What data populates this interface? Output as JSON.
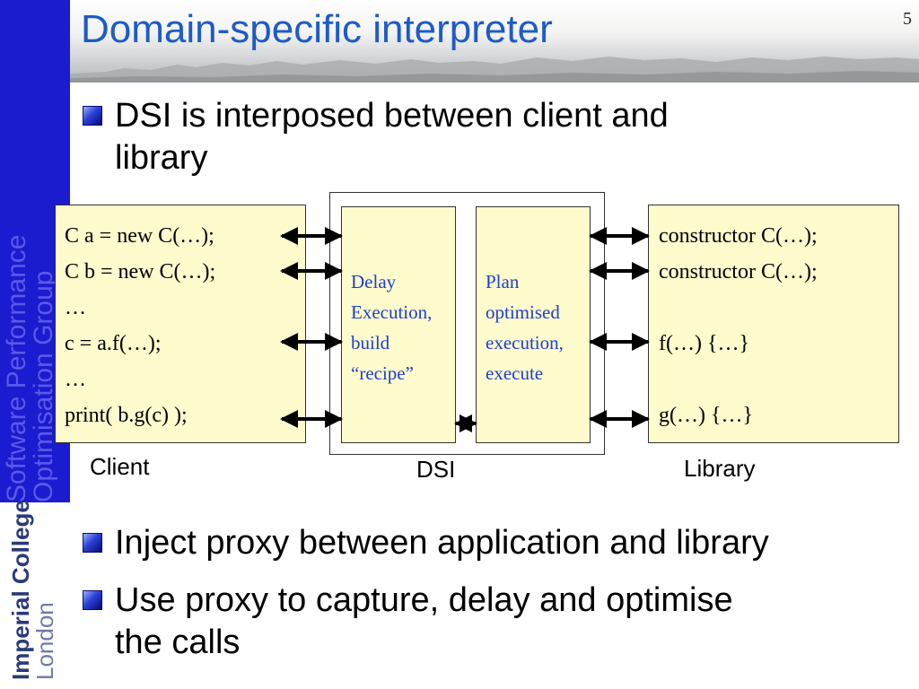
{
  "slide": {
    "title": "Domain-specific interpreter",
    "page_number": "5"
  },
  "sidebar": {
    "group_name_line1": "Software Performance",
    "group_name_line2": "Optimisation Group",
    "logo_line1": "Imperial College",
    "logo_line2": "London"
  },
  "bullets": [
    {
      "text_line1": "DSI is interposed between client and",
      "text_line2": "library"
    },
    {
      "text": "Inject proxy between application and library"
    },
    {
      "text_line1": "Use proxy to capture, delay and optimise",
      "text_line2": "the calls"
    }
  ],
  "diagram": {
    "client_code": [
      "C a = new C(…);",
      "C b = new C(…);",
      "…",
      "c = a.f(…);",
      "…",
      "print( b.g(c) );"
    ],
    "delay_box": [
      "Delay",
      "Execution,",
      "build",
      "“recipe”"
    ],
    "plan_box": [
      "Plan",
      "optimised",
      "execution,",
      "execute"
    ],
    "library_code": [
      "constructor C(…);",
      "constructor C(…);",
      "",
      "f(…) {…}",
      "",
      "g(…) {…}"
    ],
    "captions": {
      "client": "Client",
      "dsi": "DSI",
      "library": "Library"
    },
    "colors": {
      "box_fill": "#fefbcd",
      "dsi_text": "#1d3fcf",
      "title": "#1d5bc7",
      "sidebar": "#1b1bd0"
    }
  }
}
